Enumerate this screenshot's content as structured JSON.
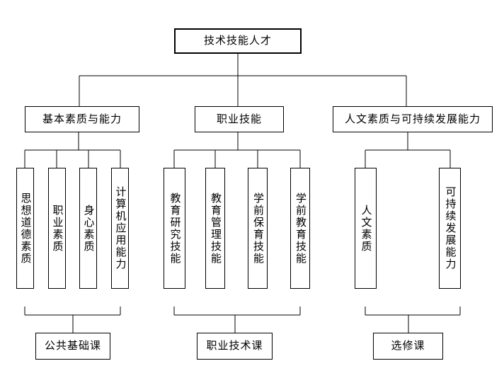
{
  "diagram": {
    "root": {
      "label": "技术技能人才"
    },
    "branches": [
      {
        "label": "基本素质与能力",
        "children": [
          "思想道德素质",
          "职业素质",
          "身心素质",
          "计算机应用能力"
        ],
        "course": "公共基础课"
      },
      {
        "label": "职业技能",
        "children": [
          "教育研究技能",
          "教育管理技能",
          "学前保育技能",
          "学前教育技能"
        ],
        "course": "职业技术课"
      },
      {
        "label": "人文素质与可持续发展能力",
        "children": [
          "人文素质",
          "可持续发展能力"
        ],
        "course": "选修课"
      }
    ],
    "line_color": "#000000",
    "background_color": "#ffffff"
  }
}
